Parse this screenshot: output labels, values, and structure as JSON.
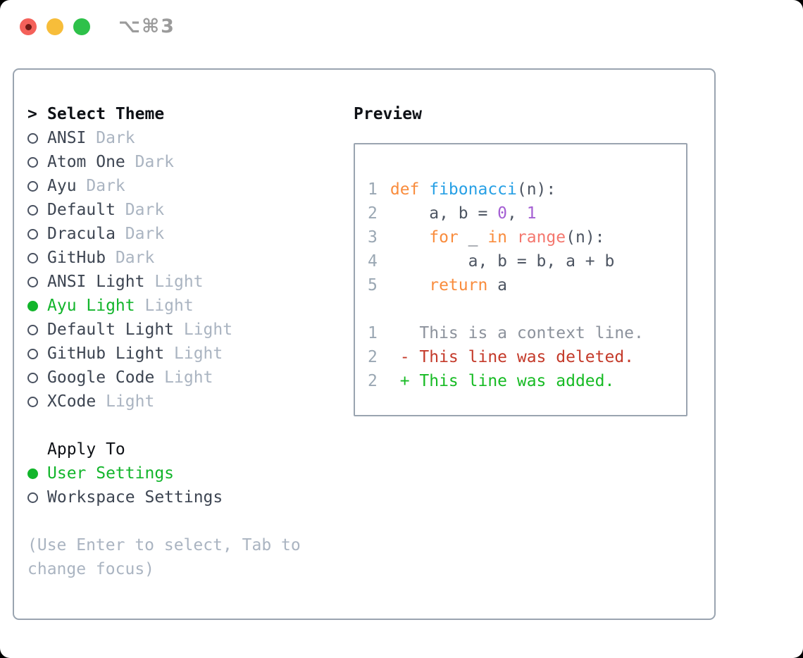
{
  "titlebar": {
    "shortcut": "⌥⌘3",
    "traffic_lights": [
      {
        "name": "close",
        "color": "#f4615a",
        "dot": true
      },
      {
        "name": "minimize",
        "color": "#f7bd3a",
        "dot": false
      },
      {
        "name": "zoom",
        "color": "#2ec14a",
        "dot": false
      }
    ]
  },
  "theme_picker": {
    "prompt": ">",
    "header": "Select Theme",
    "items": [
      {
        "name": "ANSI",
        "variant": "Dark",
        "selected": false
      },
      {
        "name": "Atom One",
        "variant": "Dark",
        "selected": false
      },
      {
        "name": "Ayu",
        "variant": "Dark",
        "selected": false
      },
      {
        "name": "Default",
        "variant": "Dark",
        "selected": false
      },
      {
        "name": "Dracula",
        "variant": "Dark",
        "selected": false
      },
      {
        "name": "GitHub",
        "variant": "Dark",
        "selected": false
      },
      {
        "name": "ANSI Light",
        "variant": "Light",
        "selected": false
      },
      {
        "name": "Ayu Light",
        "variant": "Light",
        "selected": true
      },
      {
        "name": "Default Light",
        "variant": "Light",
        "selected": false
      },
      {
        "name": "GitHub Light",
        "variant": "Light",
        "selected": false
      },
      {
        "name": "Google Code",
        "variant": "Light",
        "selected": false
      },
      {
        "name": "XCode",
        "variant": "Light",
        "selected": false
      }
    ],
    "apply_to": {
      "header": "Apply To",
      "options": [
        {
          "label": "User Settings",
          "selected": true
        },
        {
          "label": "Workspace Settings",
          "selected": false
        }
      ]
    },
    "hint_lines": [
      "(Use Enter to select, Tab to",
      "change focus)"
    ]
  },
  "preview": {
    "header": "Preview",
    "code_lines": [
      {
        "num": "1",
        "segments": [
          {
            "text": "def ",
            "style": "keyword"
          },
          {
            "text": "fibonacci",
            "style": "function"
          },
          {
            "text": "(n):",
            "style": "code"
          }
        ]
      },
      {
        "num": "2",
        "segments": [
          {
            "text": "    a, b = ",
            "style": "code"
          },
          {
            "text": "0",
            "style": "number"
          },
          {
            "text": ", ",
            "style": "code"
          },
          {
            "text": "1",
            "style": "number"
          }
        ]
      },
      {
        "num": "3",
        "segments": [
          {
            "text": "    ",
            "style": "code"
          },
          {
            "text": "for",
            "style": "keyword"
          },
          {
            "text": " _ ",
            "style": "code"
          },
          {
            "text": "in",
            "style": "keyword"
          },
          {
            "text": " ",
            "style": "code"
          },
          {
            "text": "range",
            "style": "call"
          },
          {
            "text": "(n):",
            "style": "code"
          }
        ]
      },
      {
        "num": "4",
        "segments": [
          {
            "text": "        a, b = b, a + b",
            "style": "code"
          }
        ]
      },
      {
        "num": "5",
        "segments": [
          {
            "text": "    ",
            "style": "code"
          },
          {
            "text": "return",
            "style": "keyword"
          },
          {
            "text": " a",
            "style": "code"
          }
        ]
      },
      {
        "num": "",
        "segments": []
      },
      {
        "num": "1",
        "segments": [
          {
            "text": "   This is a context line.",
            "style": "context"
          }
        ]
      },
      {
        "num": "2",
        "segments": [
          {
            "text": " - This line was deleted.",
            "style": "deleted"
          }
        ]
      },
      {
        "num": "2",
        "segments": [
          {
            "text": " + This line was added.",
            "style": "added"
          }
        ]
      }
    ]
  },
  "colors": {
    "accent_green": "#12b52b",
    "text_primary": "#0e1116",
    "text_dark": "#3d4552",
    "text_muted": "#aab4c1",
    "radio_outline": "#4a5261",
    "border": "#9aa4b0",
    "line_number": "#9aa7b3",
    "code_default": "#4d5562",
    "keyword": "#f98c3d",
    "function": "#27a0e5",
    "call": "#f4776e",
    "number": "#a45fd3",
    "context": "#8c929c",
    "deleted": "#c43a2a",
    "added": "#17bb24",
    "traffic_red_dot": "#701a15",
    "titlebar_text": "#9b9b9b"
  }
}
